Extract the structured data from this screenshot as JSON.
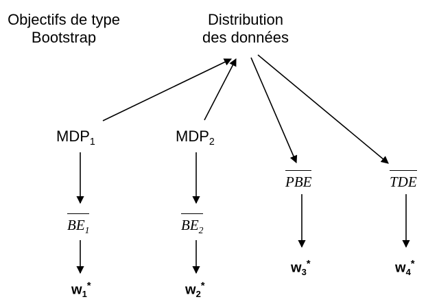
{
  "title_left": [
    "Objectifs de type",
    "Bootstrap"
  ],
  "title_center": [
    "Distribution",
    "des données"
  ],
  "nodes": {
    "mdp1": {
      "base": "MDP",
      "sub": "1"
    },
    "mdp2": {
      "base": "MDP",
      "sub": "2"
    },
    "be1": {
      "base": "BE",
      "sub": "1"
    },
    "be2": {
      "base": "BE",
      "sub": "2"
    },
    "pbe": {
      "base": "PBE"
    },
    "tde": {
      "base": "TDE"
    },
    "w1": {
      "base": "w",
      "sub": "1",
      "sup": "*"
    },
    "w2": {
      "base": "w",
      "sub": "2",
      "sup": "*"
    },
    "w3": {
      "base": "w",
      "sub": "3",
      "sup": "*"
    },
    "w4": {
      "base": "w",
      "sub": "4",
      "sup": "*"
    }
  }
}
